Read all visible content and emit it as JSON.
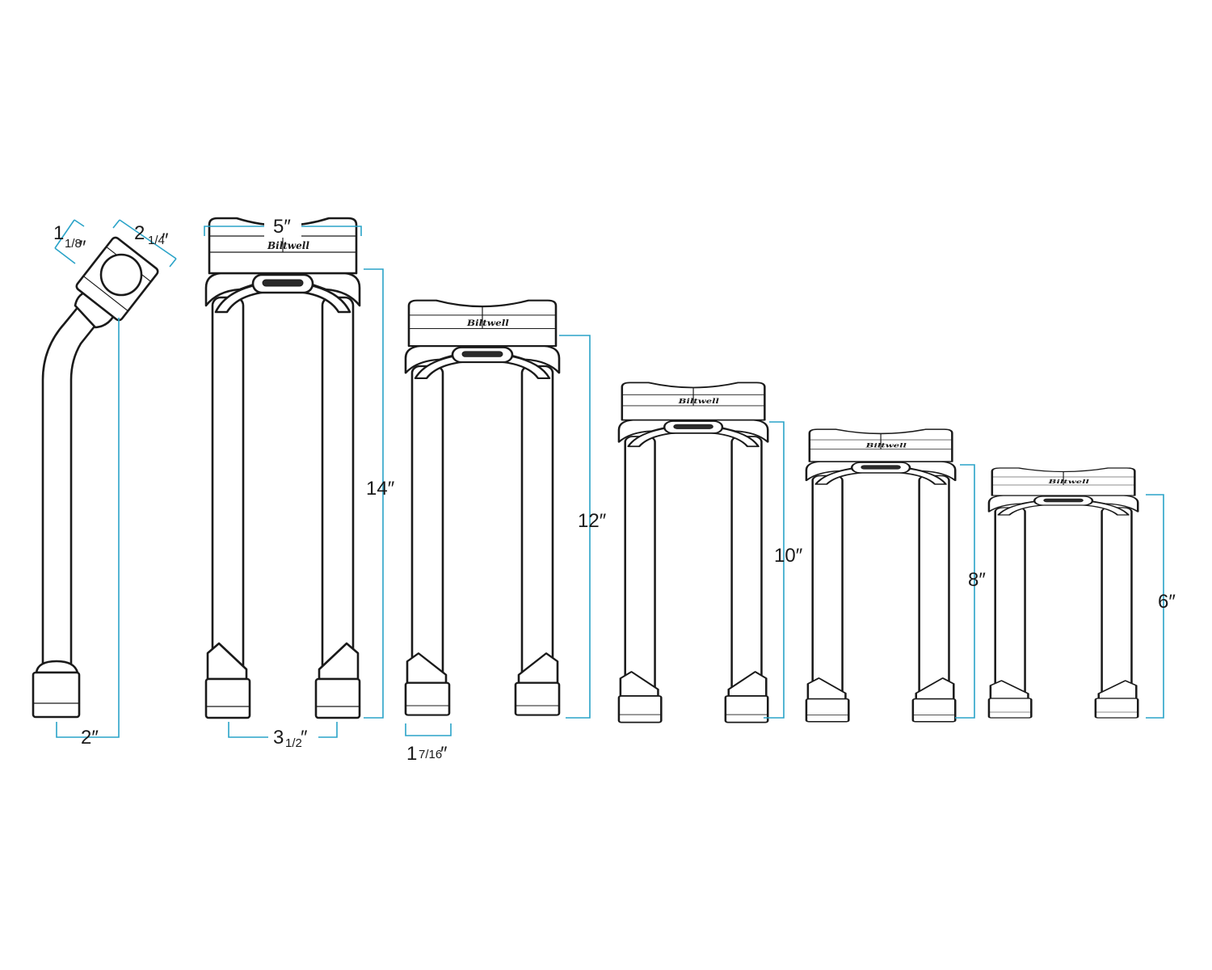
{
  "colors": {
    "outline": "#1a1a1a",
    "dimension": "#2aa3c8",
    "background": "#ffffff"
  },
  "brand": "Biltwell",
  "side_view": {
    "clamp_width": "2",
    "clamp_width_frac": "1/4",
    "bar_diameter": "1",
    "bar_diameter_frac": "1/8",
    "base_offset": "2″"
  },
  "risers": [
    {
      "height_label": "14″",
      "width_label": "5″",
      "spacing_label": "3",
      "spacing_frac": "1/2"
    },
    {
      "height_label": "12″",
      "tube_label": "1",
      "tube_frac": "7/16"
    },
    {
      "height_label": "10″"
    },
    {
      "height_label": "8″"
    },
    {
      "height_label": "6″"
    }
  ]
}
